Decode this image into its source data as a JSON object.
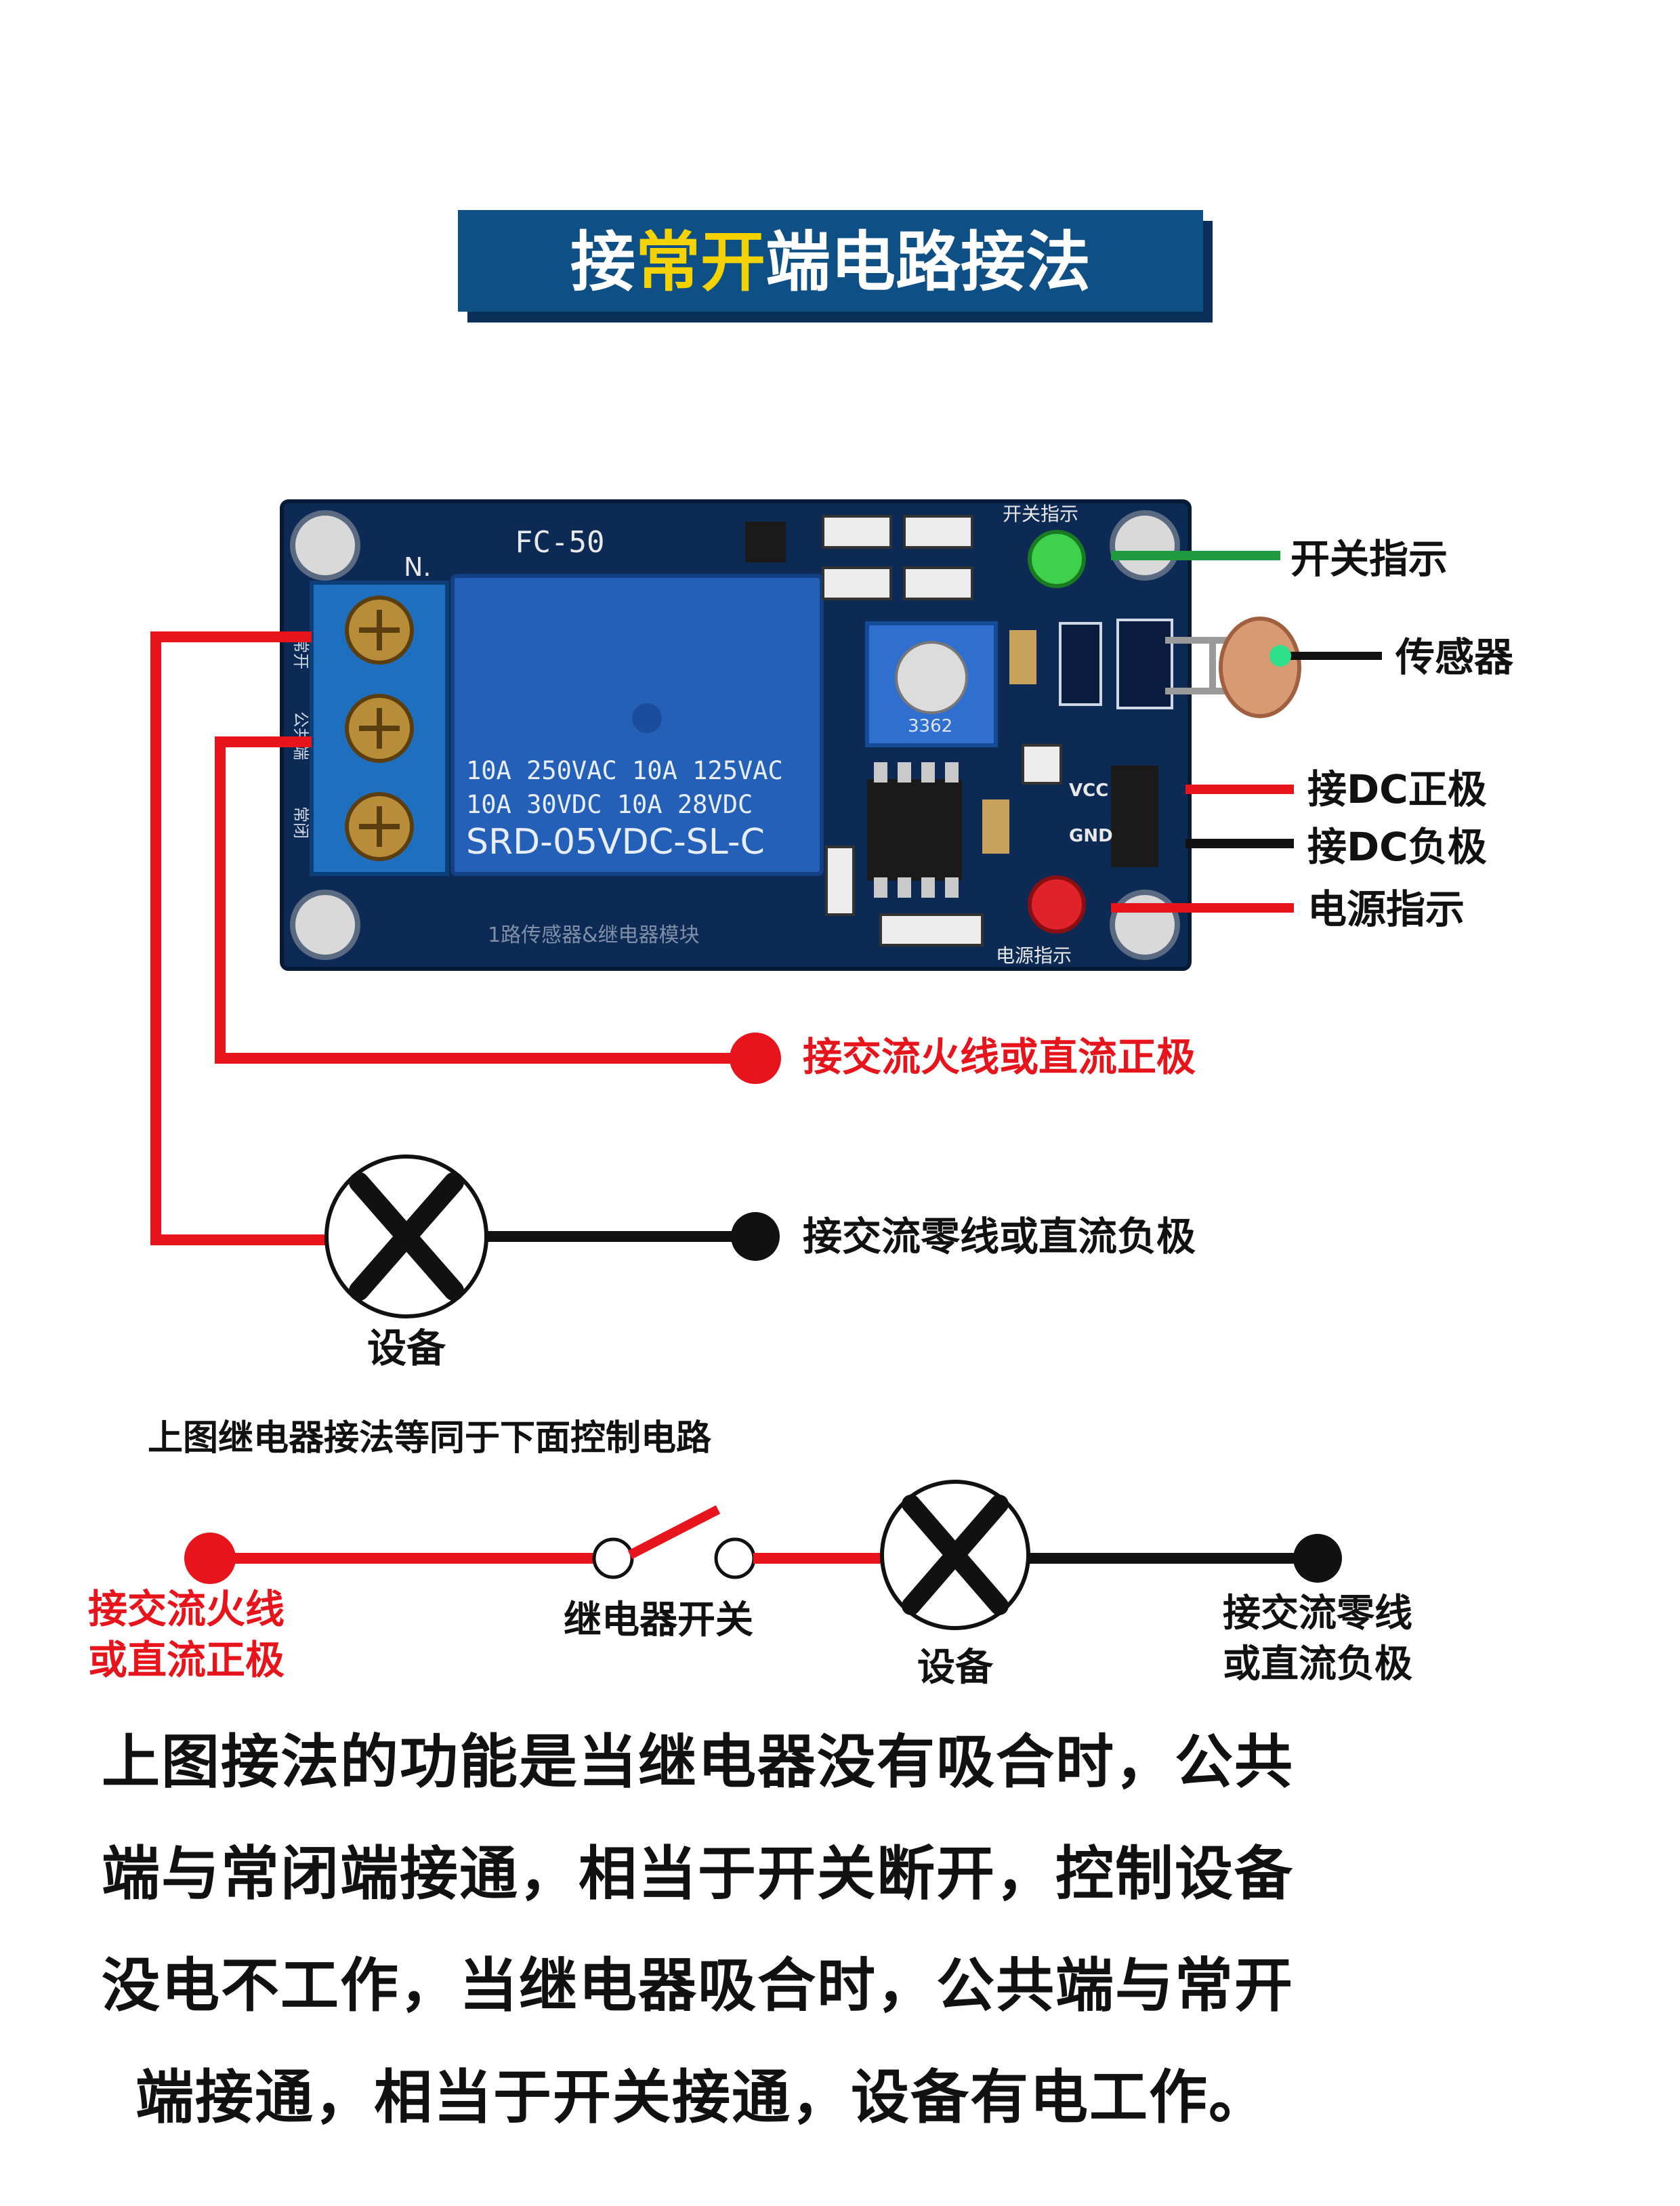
{
  "banner": {
    "title_part1": "接",
    "title_part2": "常开",
    "title_part3": "端电路接法",
    "bg_color": "#0e4f86",
    "highlight_color": "#f5d300"
  },
  "board": {
    "model": "FC-50",
    "n_mark": "N.",
    "term_no": "常开",
    "term_com": "公共端",
    "term_nc": "常闭",
    "relay_line1": "10A 250VAC  10A 125VAC",
    "relay_line2": "10A  30VDC  10A  28VDC",
    "relay_model": "SRD-05VDC-SL-C",
    "bottom_label": "1路传感器&继电器模块",
    "switch_indicator_silk": "开关指示",
    "power_indicator_silk": "电源指示",
    "pin_vcc": "VCC",
    "pin_gnd": "GND",
    "pot_mark": "3362",
    "pcb_color": "#0d2a55",
    "relay_color": "#2460b8"
  },
  "labels": {
    "switch_indicator": "开关指示",
    "sensor": "传感器",
    "dc_positive": "接DC正极",
    "dc_negative": "接DC负极",
    "power_indicator": "电源指示",
    "ac_live": "接交流火线或直流正极",
    "ac_neutral": "接交流零线或直流负极",
    "device": "设备"
  },
  "equivalent": {
    "caption": "上图继电器接法等同于下面控制电路",
    "left_line1": "接交流火线",
    "left_line2": "或直流正极",
    "switch_label": "继电器开关",
    "device_label": "设备",
    "right_line1": "接交流零线",
    "right_line2": "或直流负极"
  },
  "description": {
    "line1": "上图接法的功能是当继电器没有吸合时，公共",
    "line2": "端与常闭端接通，相当于开关断开，控制设备",
    "line3": "没电不工作，当继电器吸合时，公共端与常开",
    "line4": "端接通，相当于开关接通，设备有电工作。"
  },
  "colors": {
    "live_wire": "#e8141c",
    "neutral_wire": "#111111",
    "green_wire": "#1f9a3e"
  }
}
